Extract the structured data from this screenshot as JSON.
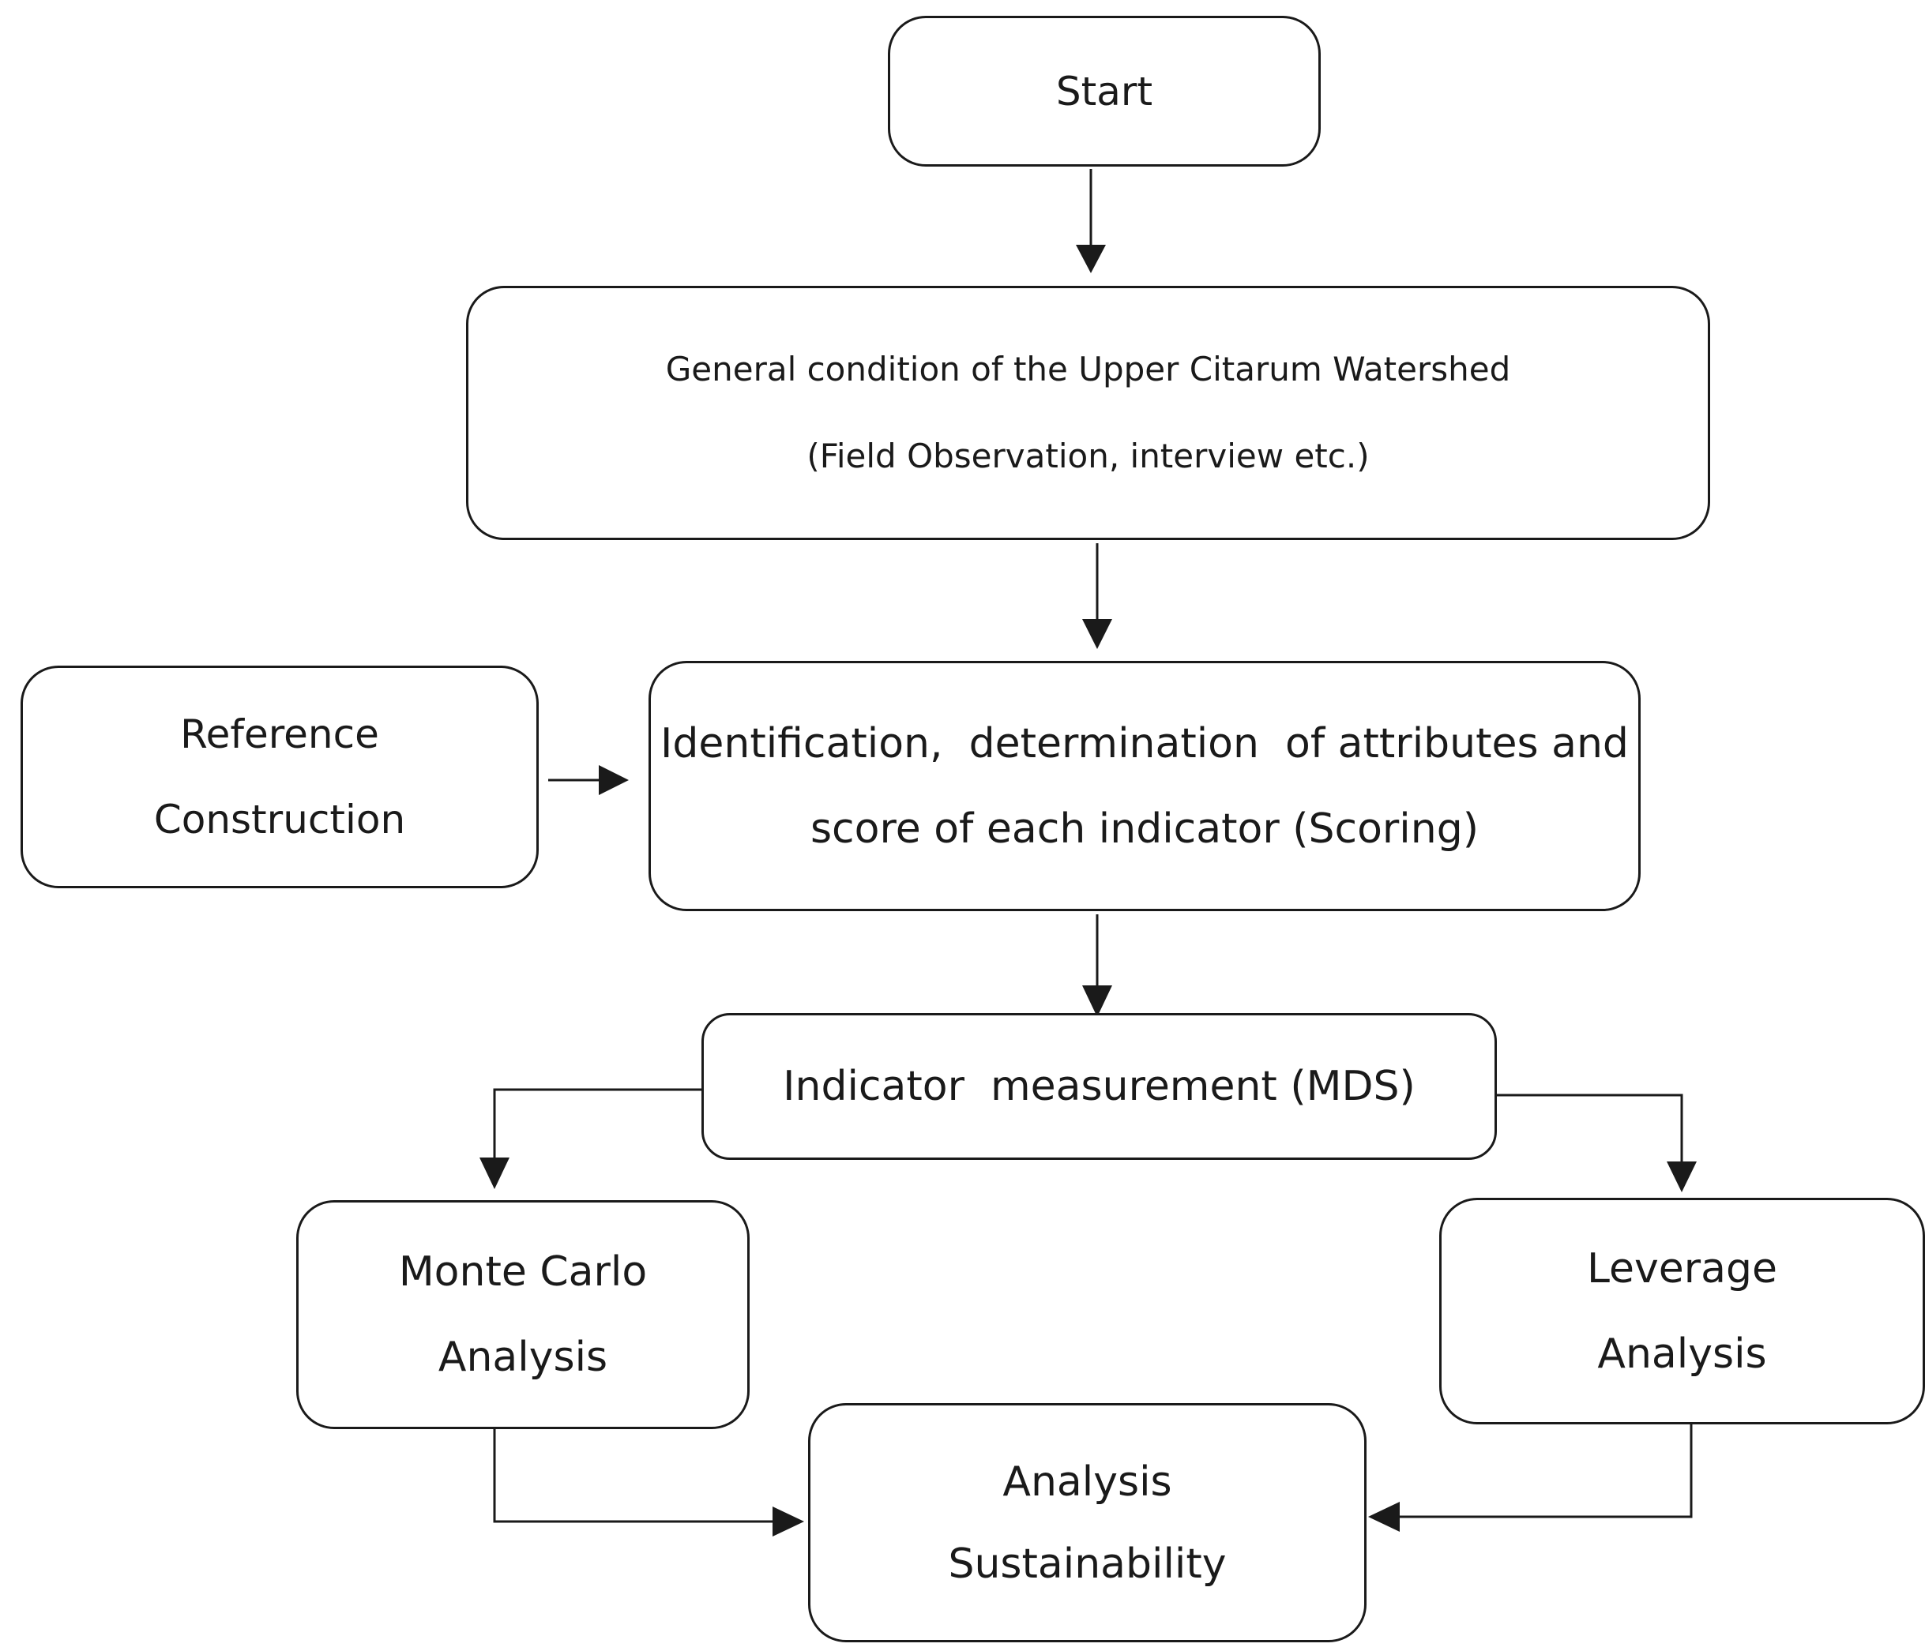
{
  "nodes": {
    "start": {
      "lines": [
        "Start"
      ]
    },
    "general": {
      "lines": [
        "General condition of the Upper Citarum Watershed",
        "(Field Observation, interview etc.)"
      ]
    },
    "reference": {
      "lines": [
        "Reference",
        "Construction"
      ]
    },
    "identification": {
      "lines": [
        "Identification,  determination  of attributes and",
        "score of each indicator (Scoring)"
      ]
    },
    "mds": {
      "lines": [
        "Indicator  measurement (MDS)"
      ]
    },
    "monte_carlo": {
      "lines": [
        "Monte Carlo",
        "Analysis"
      ]
    },
    "leverage": {
      "lines": [
        "Leverage",
        "Analysis"
      ]
    },
    "sustainability": {
      "lines": [
        "Analysis",
        "Sustainability"
      ]
    }
  },
  "edges": [
    {
      "from": "start",
      "to": "general"
    },
    {
      "from": "general",
      "to": "identification"
    },
    {
      "from": "reference",
      "to": "identification"
    },
    {
      "from": "identification",
      "to": "mds"
    },
    {
      "from": "mds",
      "to": "monte_carlo"
    },
    {
      "from": "mds",
      "to": "leverage"
    },
    {
      "from": "monte_carlo",
      "to": "sustainability"
    },
    {
      "from": "leverage",
      "to": "sustainability"
    }
  ]
}
